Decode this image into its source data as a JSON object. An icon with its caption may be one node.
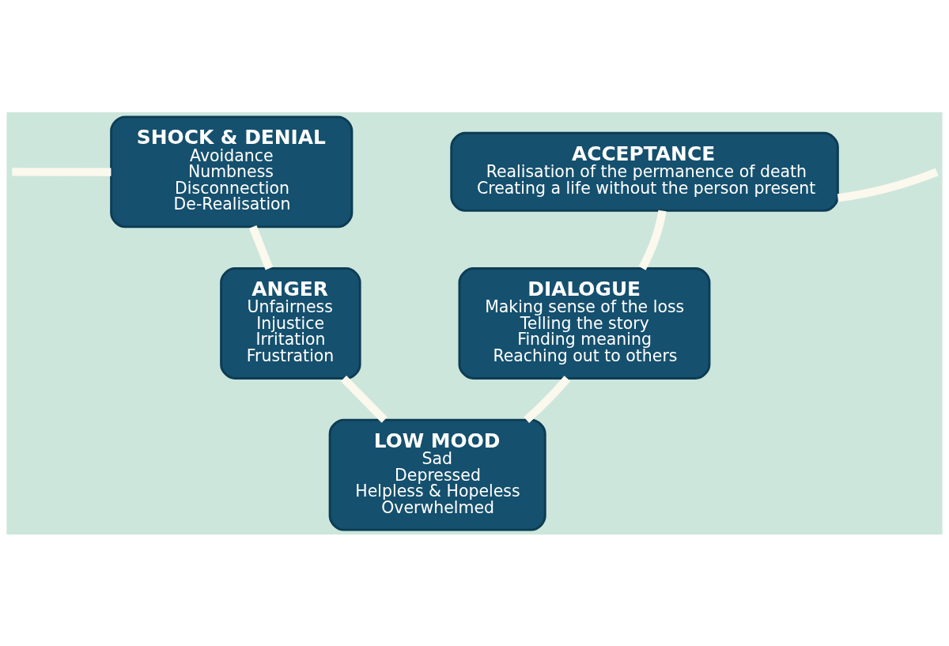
{
  "diagram": {
    "nodes": [
      {
        "text": [
          "SHOCK & DENIAL",
          "Avoidance",
          "Numbness",
          "Disconnection",
          "De-Realisation"
        ]
      },
      {
        "text": [
          "ANGER",
          "Unfairness",
          "Injustice",
          "Irritation",
          "Frustration"
        ]
      },
      {
        "text": [
          "LOW MOOD",
          "Sad",
          "Depressed",
          "Helpless & Hopeless",
          "Overwhelmed"
        ]
      },
      {
        "text": [
          "DIALOGUE",
          "Making sense of the loss",
          "Telling the story",
          "Finding meaning",
          "Reaching out to others"
        ]
      },
      {
        "text": [
          "ACCEPTANCE",
          "Realisation of the permanence of death",
          "Creating a life without the person present"
        ]
      }
    ],
    "edges": [
      {
        "from": null,
        "to": 0,
        "arrow": "none"
      },
      {
        "from": 0,
        "to": 1,
        "arrow": "none"
      },
      {
        "from": 1,
        "to": 2,
        "arrow": "none"
      },
      {
        "from": 2,
        "to": 3,
        "arrow": "none"
      },
      {
        "from": 3,
        "to": 4,
        "arrow": "none"
      },
      {
        "from": 4,
        "to": null,
        "arrow": "none"
      }
    ]
  }
}
